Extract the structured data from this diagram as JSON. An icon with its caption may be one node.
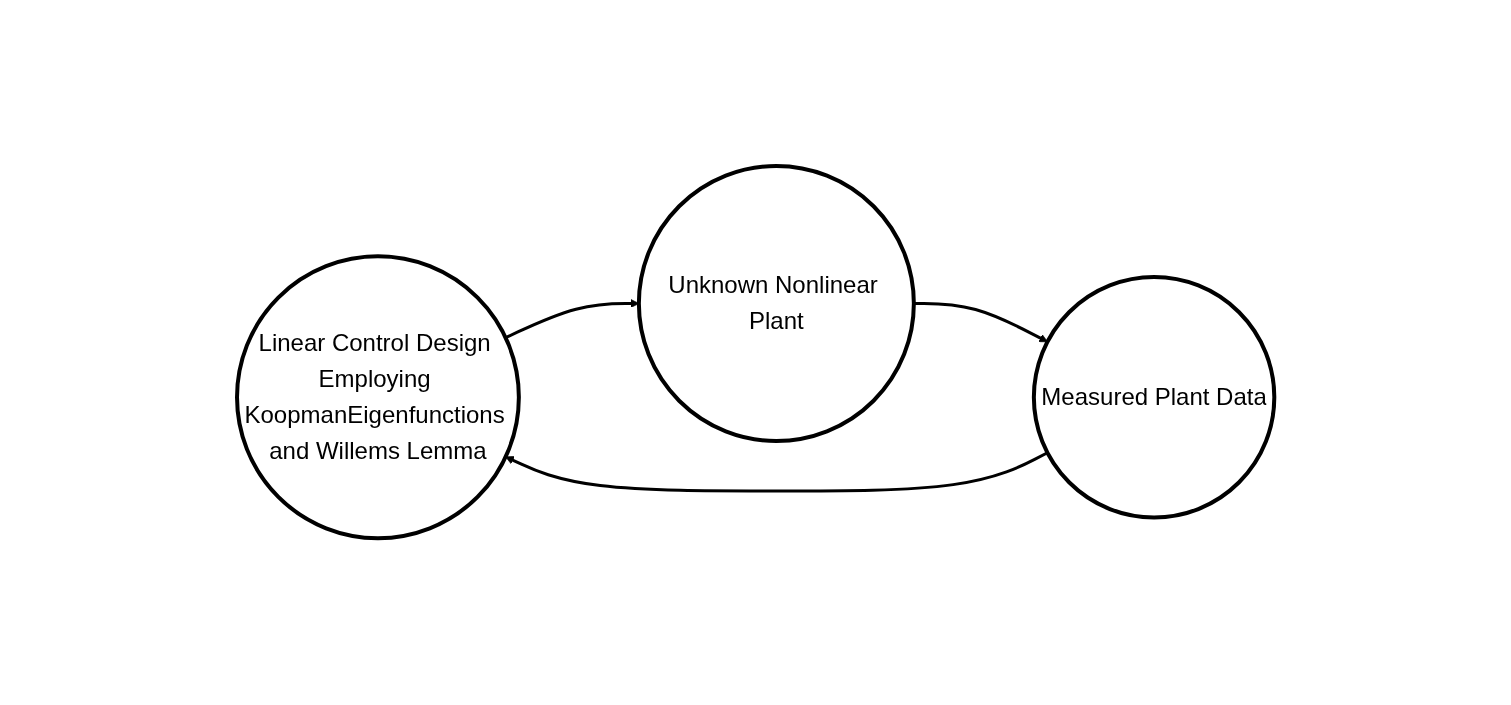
{
  "diagram": {
    "nodes": [
      {
        "text": [
          "Linear Control Design Employing KoopmanEigenfunctions and Willems Lemma"
        ]
      },
      {
        "text": [
          "Unknown Nonlinear Plant"
        ]
      },
      {
        "text": [
          "Measured Plant Data"
        ]
      }
    ],
    "edges": [
      {
        "from": 2,
        "to": 0,
        "arrow": "to"
      },
      {
        "from": 0,
        "to": 1,
        "arrow": "to"
      },
      {
        "from": 1,
        "to": 2,
        "arrow": "to"
      }
    ]
  }
}
